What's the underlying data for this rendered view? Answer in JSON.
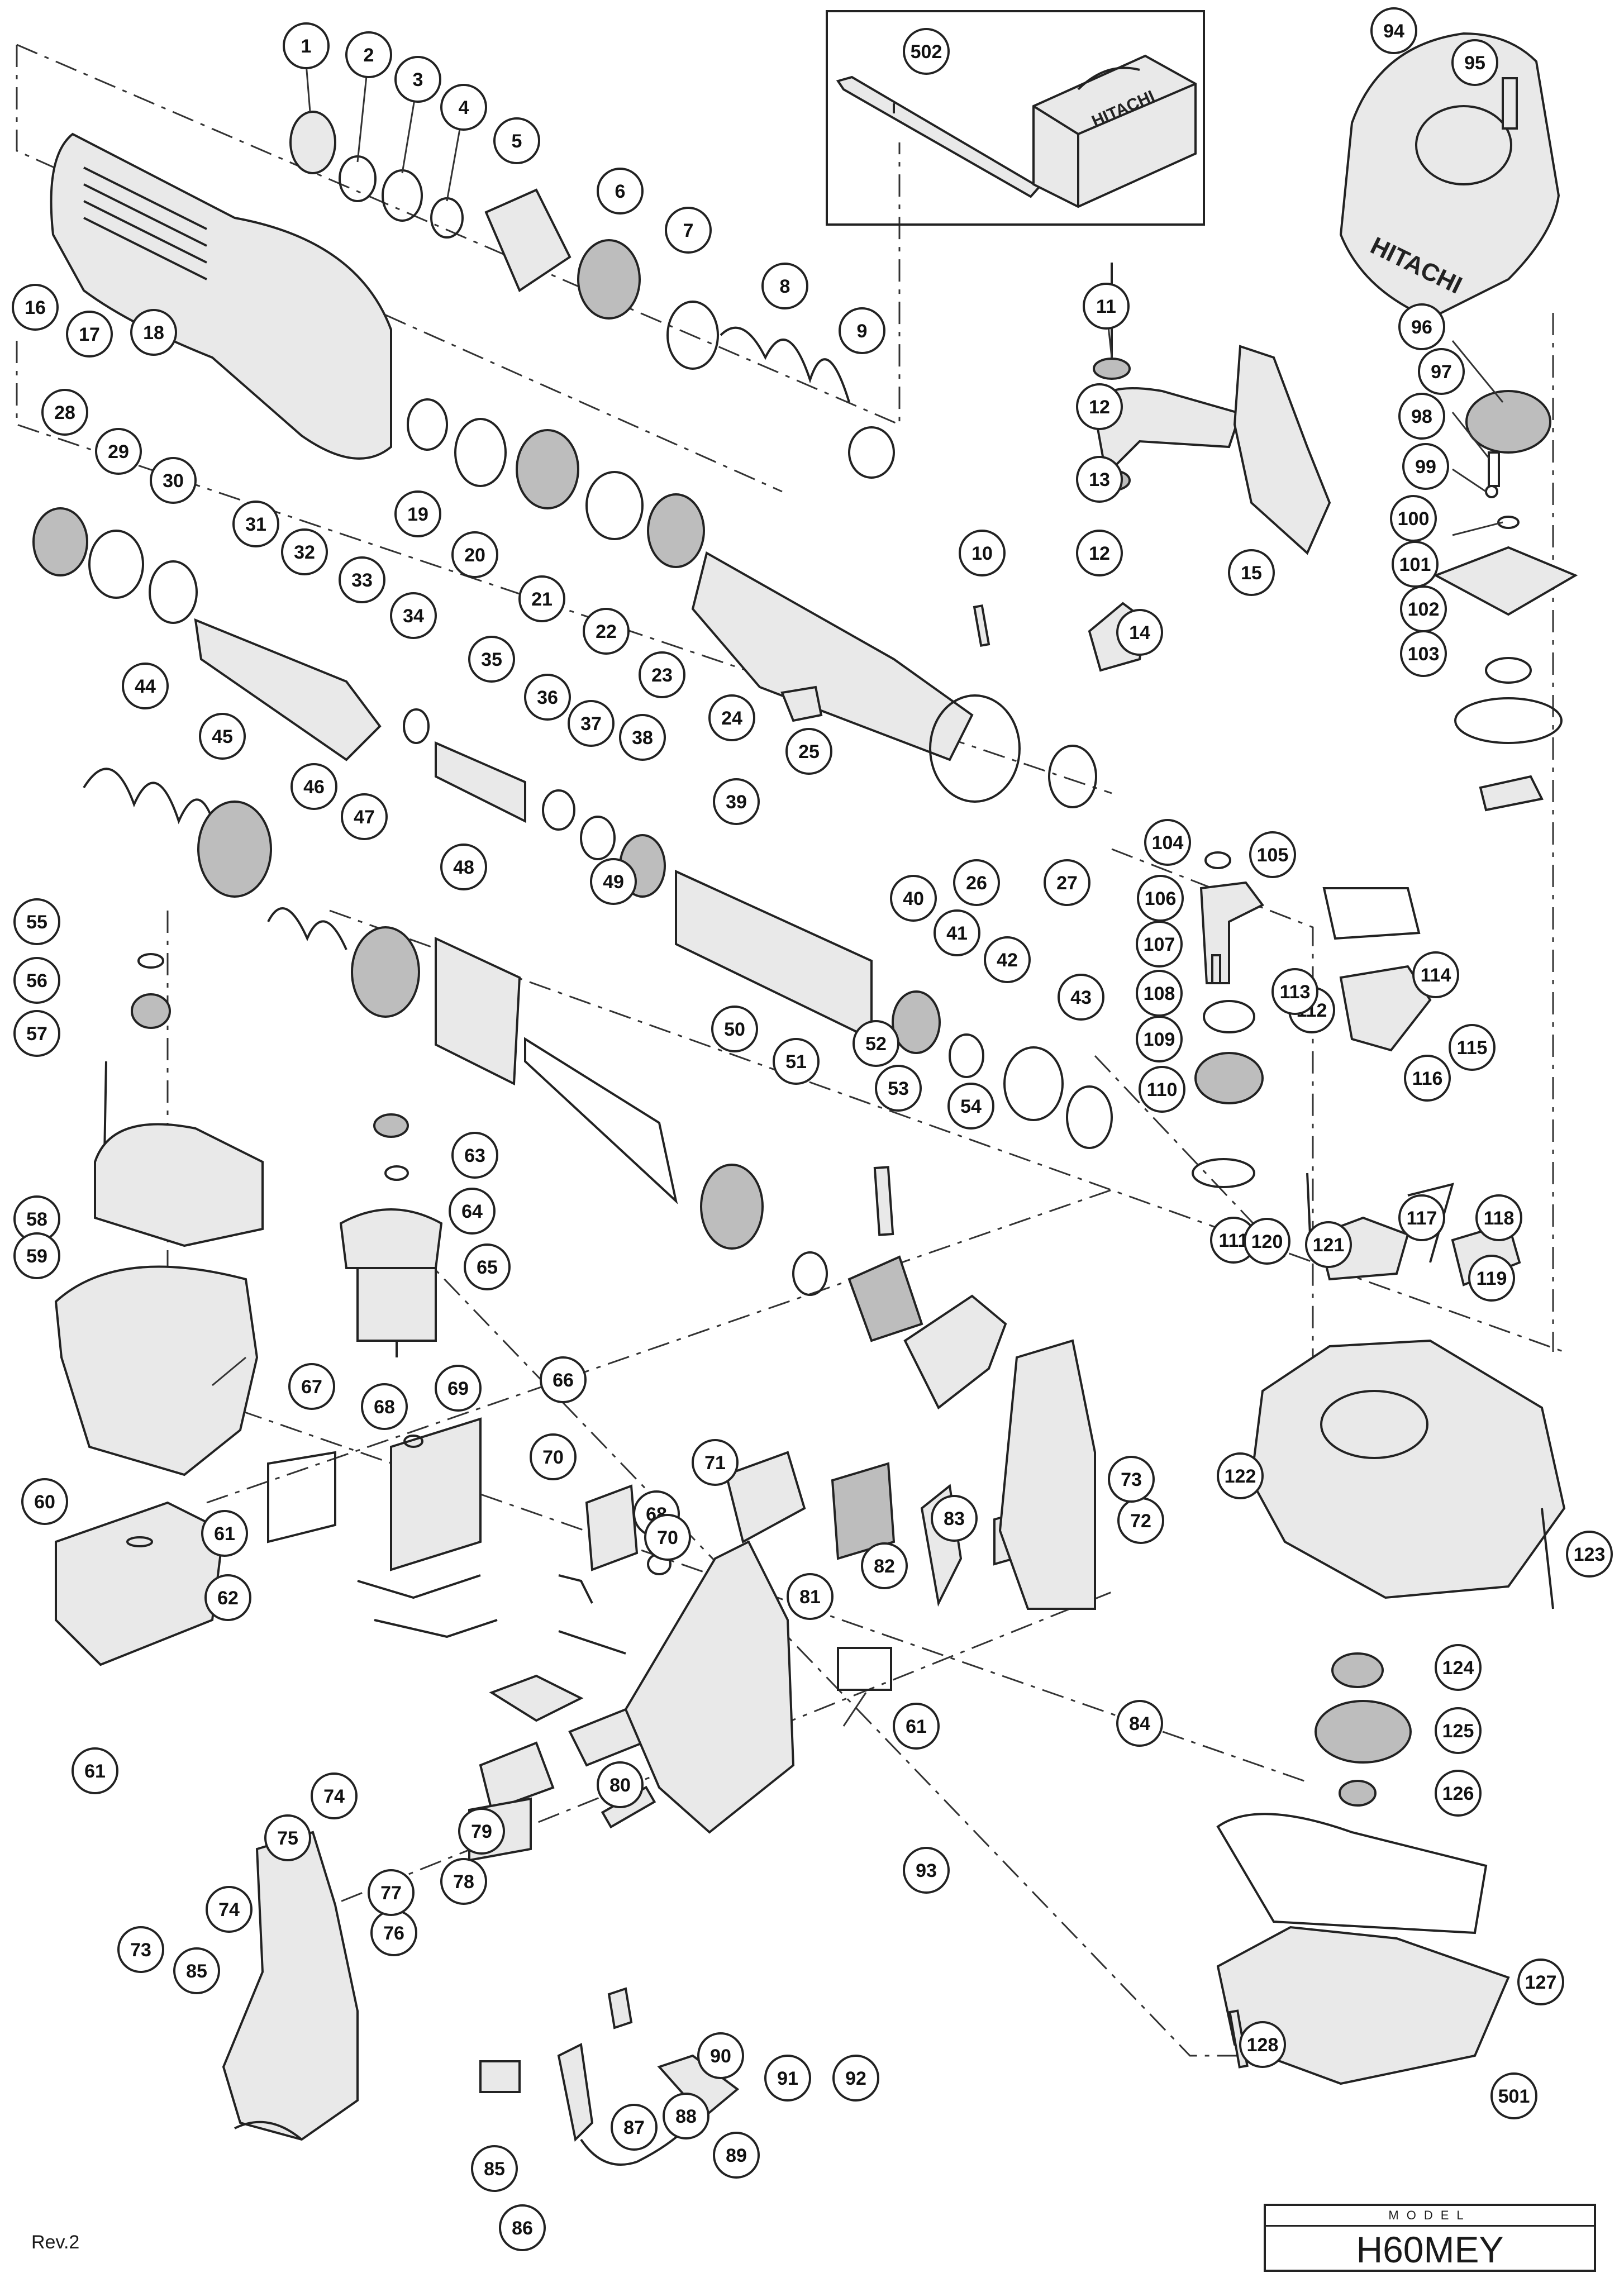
{
  "diagram": {
    "callouts": [
      "1",
      "2",
      "3",
      "4",
      "5",
      "6",
      "7",
      "8",
      "9",
      "10",
      "11",
      "12",
      "12",
      "13",
      "14",
      "15",
      "16",
      "17",
      "18",
      "19",
      "20",
      "21",
      "22",
      "23",
      "24",
      "25",
      "26",
      "27",
      "28",
      "29",
      "30",
      "31",
      "32",
      "33",
      "34",
      "35",
      "36",
      "37",
      "38",
      "39",
      "40",
      "41",
      "42",
      "43",
      "44",
      "45",
      "46",
      "47",
      "48",
      "49",
      "50",
      "51",
      "52",
      "53",
      "54",
      "55",
      "56",
      "57",
      "58",
      "59",
      "60",
      "61",
      "61",
      "61",
      "62",
      "63",
      "64",
      "65",
      "66",
      "67",
      "68",
      "68",
      "69",
      "70",
      "70",
      "71",
      "72",
      "73",
      "73",
      "74",
      "74",
      "75",
      "76",
      "77",
      "78",
      "79",
      "80",
      "81",
      "82",
      "83",
      "84",
      "85",
      "85",
      "86",
      "87",
      "88",
      "89",
      "90",
      "91",
      "92",
      "93",
      "94",
      "95",
      "96",
      "97",
      "98",
      "99",
      "100",
      "101",
      "102",
      "103",
      "104",
      "105",
      "106",
      "107",
      "108",
      "109",
      "110",
      "111",
      "112",
      "113",
      "114",
      "115",
      "116",
      "117",
      "118",
      "119",
      "120",
      "121",
      "122",
      "123",
      "124",
      "125",
      "126",
      "127",
      "128",
      "501",
      "502"
    ],
    "brand_marks": [
      "HITACHI",
      "HITACHI"
    ],
    "footer": {
      "revision": "Rev.2",
      "model_heading": "MODEL",
      "model_value": "H60MEY"
    }
  }
}
